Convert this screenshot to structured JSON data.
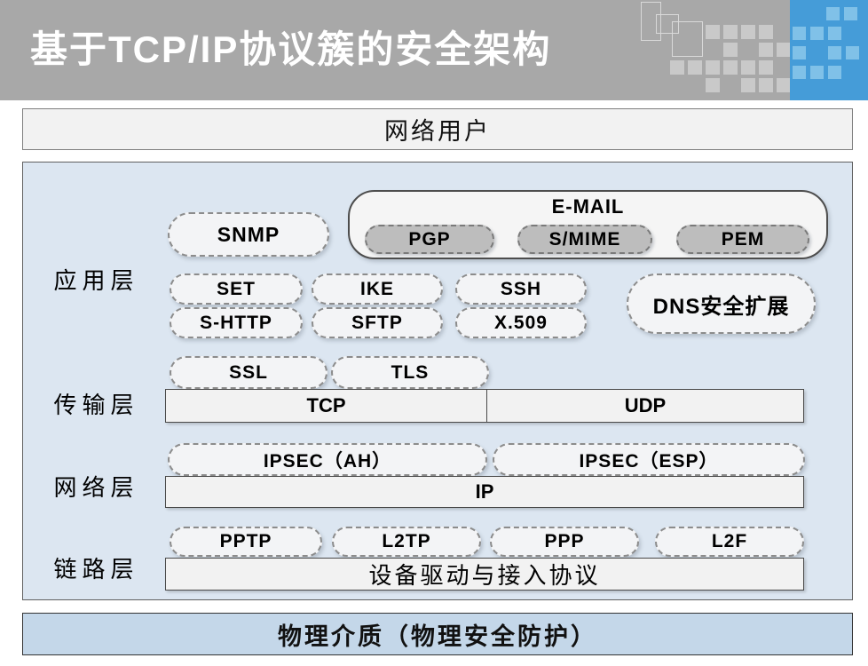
{
  "header": {
    "title": "基于TCP/IP协议簇的安全架构"
  },
  "network_user_box": {
    "label": "网络用户"
  },
  "stack": {
    "application": {
      "label": "应用层",
      "snmp": "SNMP",
      "email_group": {
        "title": "E-MAIL",
        "pgp": "PGP",
        "smime": "S/MIME",
        "pem": "PEM"
      },
      "set": "SET",
      "ike": "IKE",
      "ssh": "SSH",
      "shttp": "S-HTTP",
      "sftp": "SFTP",
      "x509": "X.509",
      "dns": "DNS安全扩展"
    },
    "transport": {
      "label": "传输层",
      "ssl": "SSL",
      "tls": "TLS",
      "tcp": "TCP",
      "udp": "UDP"
    },
    "network": {
      "label": "网络层",
      "ipsec_ah": "IPSEC（AH）",
      "ipsec_esp": "IPSEC（ESP）",
      "ip": "IP"
    },
    "link": {
      "label": "链路层",
      "pptp": "PPTP",
      "l2tp": "L2TP",
      "ppp": "PPP",
      "l2f": "L2F",
      "driver_bar": "设备驱动与接入协议"
    }
  },
  "physical_box": {
    "label": "物理介质（物理安全防护）"
  },
  "colors": {
    "banner_bg": "#a8a8a8",
    "accent_blue": "#459cd8",
    "accent_blue_light": "#80c1e8",
    "content_bg": "#dce6f1",
    "pill_bg": "#f3f4f6",
    "gray_pill_bg": "#bdbdbd",
    "physical_bg": "#c4d7e9"
  }
}
